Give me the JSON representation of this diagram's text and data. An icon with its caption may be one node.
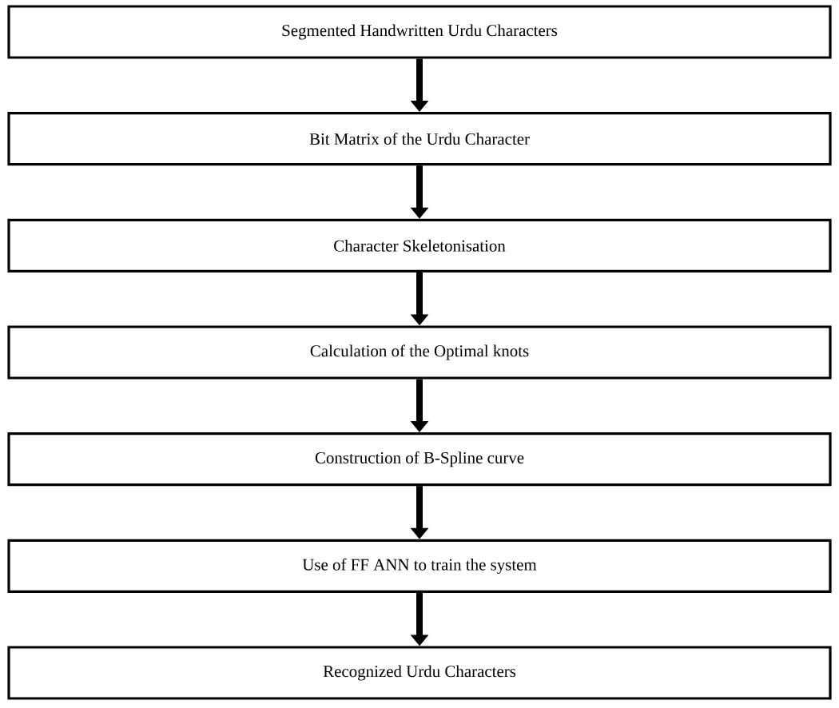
{
  "diagram": {
    "nodes": [
      {
        "text": [
          "Segmented Handwritten Urdu Characters"
        ]
      },
      {
        "text": [
          "Bit Matrix of the Urdu Character"
        ]
      },
      {
        "text": [
          "Character Skeletonisation"
        ]
      },
      {
        "text": [
          "Calculation of the Optimal knots"
        ]
      },
      {
        "text": [
          "Construction of B-Spline curve"
        ]
      },
      {
        "text": [
          "Use of FF ANN to train the system"
        ]
      },
      {
        "text": [
          "Recognized Urdu Characters"
        ]
      }
    ],
    "edges": [
      {
        "from": 0,
        "to": 1,
        "arrow": "to"
      },
      {
        "from": 1,
        "to": 2,
        "arrow": "to"
      },
      {
        "from": 2,
        "to": 3,
        "arrow": "to"
      },
      {
        "from": 3,
        "to": 4,
        "arrow": "to"
      },
      {
        "from": 4,
        "to": 5,
        "arrow": "to"
      },
      {
        "from": 5,
        "to": 6,
        "arrow": "to"
      }
    ]
  }
}
